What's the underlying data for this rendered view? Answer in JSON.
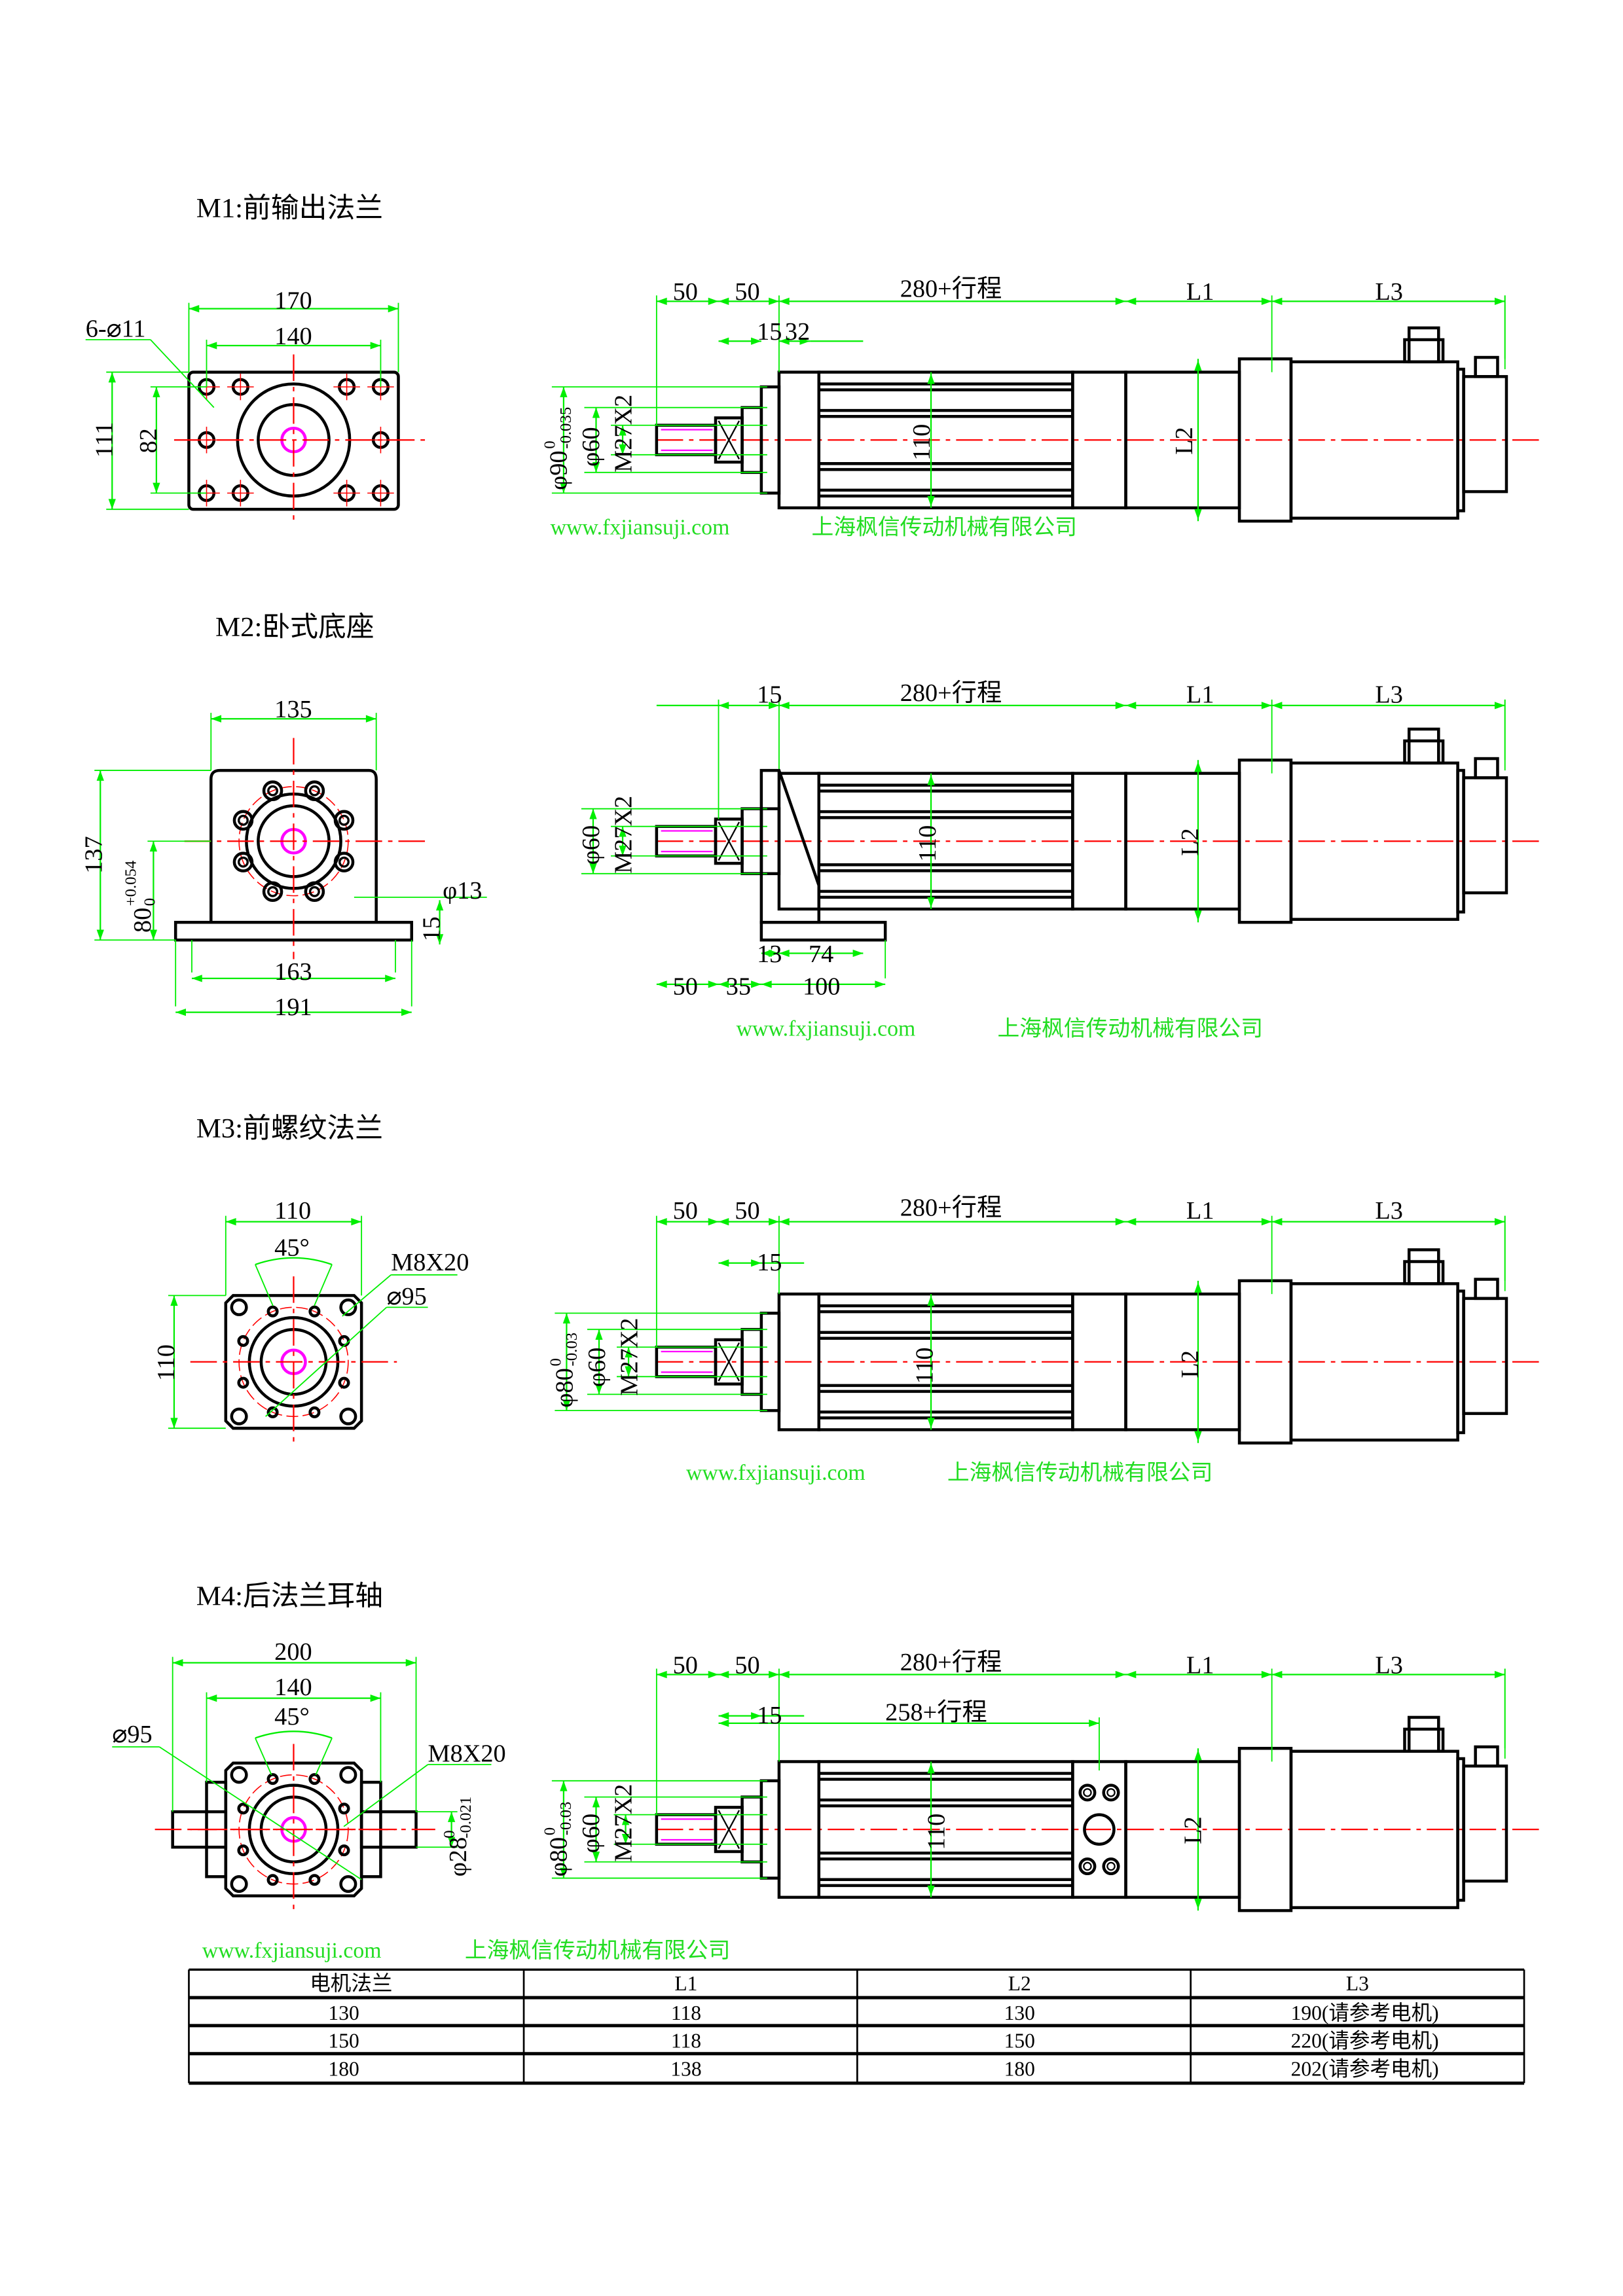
{
  "colors": {
    "outline": "#000000",
    "dimension": "#00ee00",
    "centerline": "#ff0000",
    "thread": "#ff00ff",
    "watermark": "#22dd22"
  },
  "watermark": {
    "url": "www.fxjiansuji.com",
    "company": "上海枫信传动机械有限公司"
  },
  "sections": [
    {
      "title": "M1:前输出法兰",
      "front": {
        "w_outer": "170",
        "w_inner": "140",
        "holes": "6-⌀11",
        "h_outer": "111",
        "h_inner": "82"
      },
      "side": {
        "d1": "50",
        "d2": "50",
        "stroke": "280+行程",
        "l1": "L1",
        "l3": "L3",
        "d3": "15",
        "d4": "32",
        "dia_flange": "φ90",
        "tol_upper": "0",
        "tol_lower": "-0.035",
        "dia_collar": "φ60",
        "thread": "M27X2",
        "body": "110",
        "l2": "L2"
      }
    },
    {
      "title": "M2:卧式底座",
      "front": {
        "width": "135",
        "height": "137",
        "center_h": "80",
        "tol_upper": "+0.054",
        "tol_lower": "0",
        "hole": "φ13",
        "base_t": "15",
        "hole_pitch": "163",
        "base_w": "191"
      },
      "side": {
        "d3": "15",
        "stroke": "280+行程",
        "l1": "L1",
        "l3": "L3",
        "dia_collar": "φ60",
        "thread": "M27X2",
        "body": "110",
        "l2": "L2",
        "b1": "13",
        "b2": "74",
        "b3": "50",
        "b4": "35",
        "b5": "100"
      }
    },
    {
      "title": "M3:前螺纹法兰",
      "front": {
        "width": "110",
        "angle": "45°",
        "thread": "M8X20",
        "pcd": "⌀95",
        "height": "110"
      },
      "side": {
        "d1": "50",
        "d2": "50",
        "stroke": "280+行程",
        "l1": "L1",
        "l3": "L3",
        "d3": "15",
        "dia_flange": "φ80",
        "tol_upper": "0",
        "tol_lower": "-0.03",
        "dia_collar": "φ60",
        "thread": "M27X2",
        "body": "110",
        "l2": "L2"
      }
    },
    {
      "title": "M4:后法兰耳轴",
      "front": {
        "w_outer": "200",
        "w_inner": "140",
        "angle": "45°",
        "pcd": "⌀95",
        "thread": "M8X20",
        "pin": "φ28",
        "tol_upper": "0",
        "tol_lower": "-0.021"
      },
      "side": {
        "d1": "50",
        "d2": "50",
        "stroke": "280+行程",
        "l1": "L1",
        "l3": "L3",
        "d3": "15",
        "stroke2": "258+行程",
        "dia_flange": "φ80",
        "tol_upper": "0",
        "tol_lower": "-0.03",
        "dia_collar": "φ60",
        "thread": "M27X2",
        "body": "110",
        "l2": "L2"
      }
    }
  ],
  "table": {
    "headers": [
      "电机法兰",
      "L1",
      "L2",
      "L3"
    ],
    "rows": [
      [
        "130",
        "118",
        "130",
        "190(请参考电机)"
      ],
      [
        "150",
        "118",
        "150",
        "220(请参考电机)"
      ],
      [
        "180",
        "138",
        "180",
        "202(请参考电机)"
      ]
    ]
  }
}
